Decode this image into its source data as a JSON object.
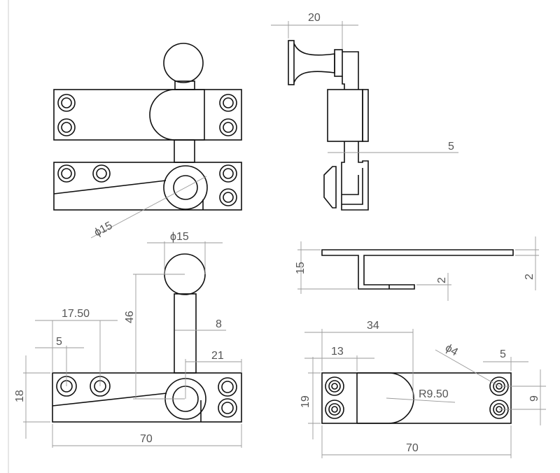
{
  "drawing": {
    "top_side_view": {
      "dim_width": "20",
      "dim_stem": "5"
    },
    "top_front_view": {
      "dim_ring_diameter": "ϕ15"
    },
    "section_view": {
      "dim_height": "15",
      "dim_foot": "2",
      "dim_plate": "2"
    },
    "open_front_view": {
      "dim_knob_diameter": "ϕ15",
      "dim_hole_spacing": "17.50",
      "dim_hole_offset": "5",
      "dim_arm_height": "46",
      "dim_arm_width": "8",
      "dim_pivot_offset": "21",
      "dim_height": "18",
      "dim_length": "70"
    },
    "keeper_view": {
      "dim_center": "34",
      "dim_block": "13",
      "dim_hole_diameter": "ϕ4",
      "dim_hole_offset": "5",
      "dim_height": "19",
      "dim_radius": "R9.50",
      "dim_hole_spacing": "9",
      "dim_length": "70"
    }
  }
}
